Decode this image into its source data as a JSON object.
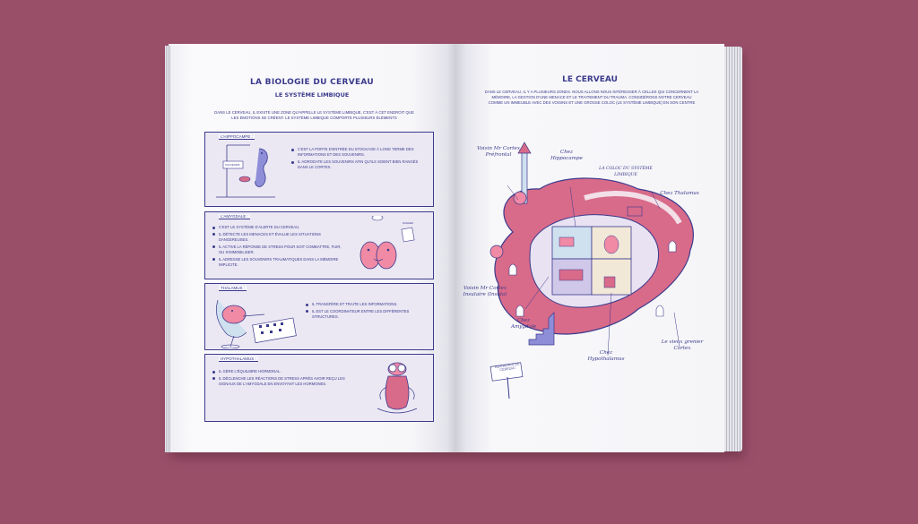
{
  "left_page": {
    "title": "LA BIOLOGIE DU CERVEAU",
    "subtitle": "LE SYSTÈME LIMBIQUE",
    "intro": "DANS LE CERVEAU, IL EXISTE UNE ZONE QU'APPELLE LE SYSTÈME LIMBIQUE, C'EST À CET ENDROIT QUE LES ÉMOTIONS SE CRÉENT. LE SYSTÈME LIMBIQUE COMPORTE PLUSIEURS ÉLÉMENTS",
    "sections": [
      {
        "label": "L'HIPPOCAMPE :",
        "items": [
          "C'EST LA PORTE D'ENTRÉE DU STOCKAGE À LONG TERME DES INFORMATIONS ET DES SOUVENIRS.",
          "IL HORODATE LES SOUVENIRS AFIN QU'ILS SOIENT BIEN RANGÉS DANS LE CORTEX."
        ],
        "sign": "SOUVENIRS"
      },
      {
        "label": "L'AMYGDALE :",
        "items": [
          "C'EST LE SYSTÈME D'ALERTE DU CERVEAU.",
          "IL DÉTECTE LES MENACES ET ÉVALUE LES SITUATIONS DANGEREUSES.",
          "IL ACTIVE LA RÉPONSE DE STRESS POUR SOIT COMBATTRE, FUIR, OU S'IMMOBILISER.",
          "IL ADRESSE LES SOUVENIRS TRAUMATIQUES DANS LA MÉMOIRE IMPLICITE."
        ],
        "sign": "DANGER"
      },
      {
        "label": "THALAMUS :",
        "items": [
          "IL TRANSFÈRE ET TRAITE LES INFORMATIONS.",
          "IL EST LE COORDINATEUR ENTRE LES DIFFÉRENTES STRUCTURES."
        ]
      },
      {
        "label": "HYPOTHALAMUS :",
        "items": [
          "IL GÈRE L'ÉQUILIBRE HORMONAL.",
          "IL DÉCLENCHE LES RÉACTIONS DE STRESS APRÈS AVOIR REÇU LES SIGNAUX DE L'AMYGDALE EN ENVOYANT LES HORMONES."
        ]
      }
    ]
  },
  "right_page": {
    "title": "LE CERVEAU",
    "intro": "DANS LE CERVEAU, IL Y A PLUSIEURS ZONES. NOUS ALLONS NOUS INTÉRESSER À CELLES QUI CONCERNENT LA MÉMOIRE, LA GESTION D'UNE MENACE ET LE TRAITEMENT DU TRAUMA. CONSIDÉRONS NOTRE CERVEAU COMME UN IMMEUBLE AVEC DES VOISINS ET UNE GROSSE COLOC (LE SYSTÈME LIMBIQUE) EN SON CENTRE",
    "labels": {
      "prefrontal": "Voisin Mr Cortex Préfrontal",
      "hippocampe": "Chez Hippocampe",
      "coloc": "LA COLOC DU SYSTÈME LIMBIQUE",
      "thalamus": "Chez Thalamus",
      "insulaire": "Voisin Mr Cortex Insulaire (Insula)",
      "amygdale": "Chez Amygdale",
      "hypothalamus": "Chez Hypothalamus",
      "grenier": "Le vieux grenier Cortex",
      "sign": "RÉSIDENCE LE CERVEAU"
    }
  },
  "colors": {
    "background": "#9a4f69",
    "ink": "#3b3a8c",
    "pink": "#d86a8a",
    "lavender": "#ebe8f4"
  }
}
